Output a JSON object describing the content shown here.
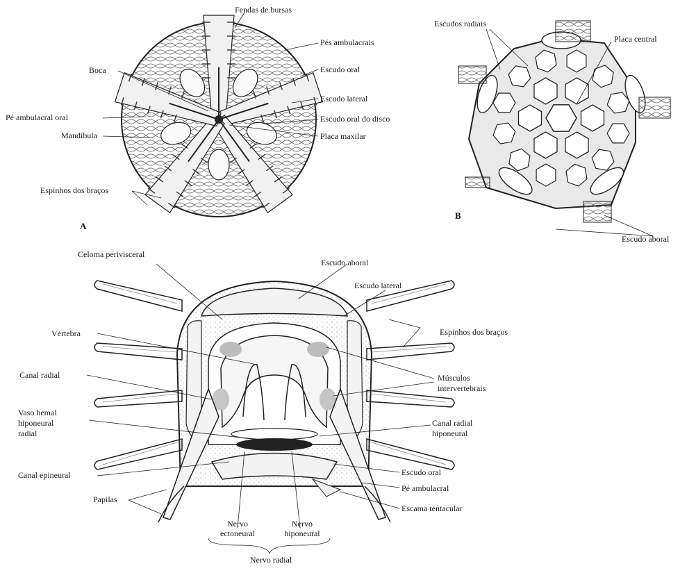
{
  "figure": {
    "panel_a": {
      "letter": "A",
      "labels": {
        "fendas_bursas": "Fendas de bursas",
        "pes_ambulacrais": "Pés ambulacrais",
        "escudo_oral": "Escudo oral",
        "boca": "Boca",
        "escudo_lateral": "Escudo lateral",
        "pe_ambulacral_oral": "Pé ambulacral oral",
        "escudo_oral_disco": "Escudo oral do disco",
        "mandibula": "Mandíbula",
        "placa_maxilar": "Placa maxilar",
        "espinhos_bracos": "Espinhos dos braços"
      }
    },
    "panel_b": {
      "letter": "B",
      "labels": {
        "escudos_radiais": "Escudos radiais",
        "placa_central": "Placa central",
        "escudo_aboral": "Escudo aboral"
      }
    },
    "panel_c": {
      "labels": {
        "celoma_perivisceral": "Celoma perivisceral",
        "escudo_aboral": "Escudo aboral",
        "escudo_lateral": "Escudo lateral",
        "vertebra": "Vértebra",
        "espinhos_bracos": "Espinhos dos braços",
        "canal_radial": "Canal radial",
        "musculos_line1": "Músculos",
        "musculos_line2": "intervertebrais",
        "vaso_line1": "Vaso hemal",
        "vaso_line2": "hiponeural",
        "vaso_line3": "radial",
        "canal_radial_hipo_line1": "Canal radial",
        "canal_radial_hipo_line2": "hiponeural",
        "canal_epineural": "Canal epineural",
        "escudo_oral": "Escudo oral",
        "pe_ambulacral": "Pé ambulacral",
        "papilas": "Papilas",
        "escama_tentacular": "Escama tentacular",
        "nervo_ecto_line1": "Nervo",
        "nervo_ecto_line2": "ectoneural",
        "nervo_hipo_line1": "Nervo",
        "nervo_hipo_line2": "hiponeural",
        "nervo_radial": "Nervo radial"
      }
    }
  }
}
